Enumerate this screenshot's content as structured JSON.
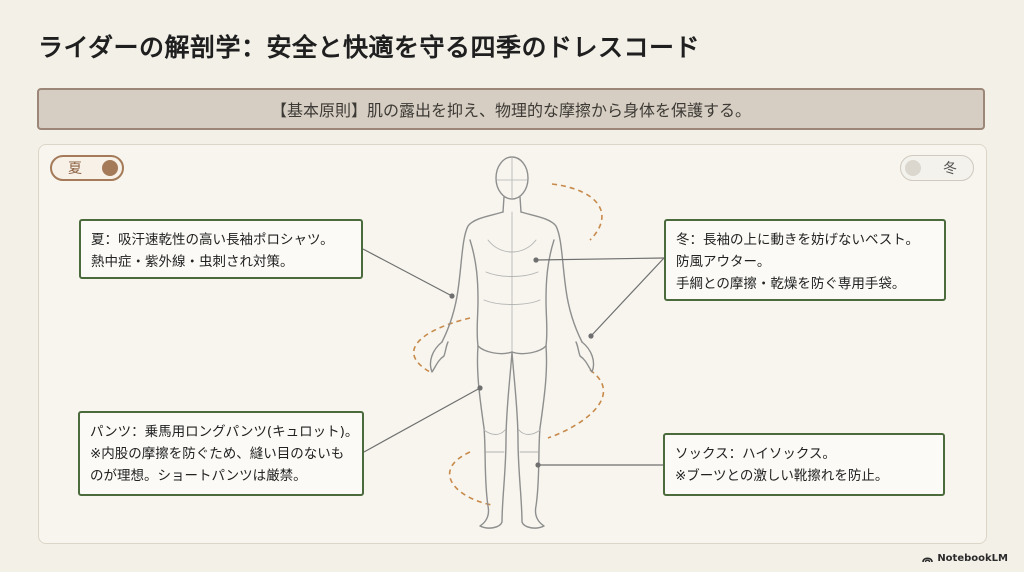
{
  "title": "ライダーの解剖学：安全と快適を守る四季のドレスコード",
  "principle": "【基本原則】肌の露出を抑え、物理的な摩擦から身体を保護する。",
  "toggles": {
    "summer": "夏",
    "winter": "冬",
    "active": "summer"
  },
  "callouts": {
    "summer": {
      "lines": [
        "夏：吸汗速乾性の高い長袖ポロシャツ。",
        "熱中症・紫外線・虫刺され対策。"
      ]
    },
    "winter": {
      "lines": [
        "冬：長袖の上に動きを妨げないベスト。",
        "防風アウター。",
        "手綱との摩擦・乾燥を防ぐ専用手袋。"
      ]
    },
    "pants": {
      "lines": [
        "パンツ：乗馬用ロングパンツ(キュロット)。",
        "※内股の摩擦を防ぐため、縫い目のないも",
        "のが理想。ショートパンツは厳禁。"
      ]
    },
    "socks": {
      "lines": [
        "ソックス：ハイソックス。",
        "※ブーツとの激しい靴擦れを防止。"
      ]
    }
  },
  "colors": {
    "callout_border": "#4c6b3c",
    "summer_accent": "#a47a58",
    "dashed_orbit": "#c88a4a",
    "figure_stroke": "#8f8f8f"
  },
  "brand": "NotebookLM"
}
